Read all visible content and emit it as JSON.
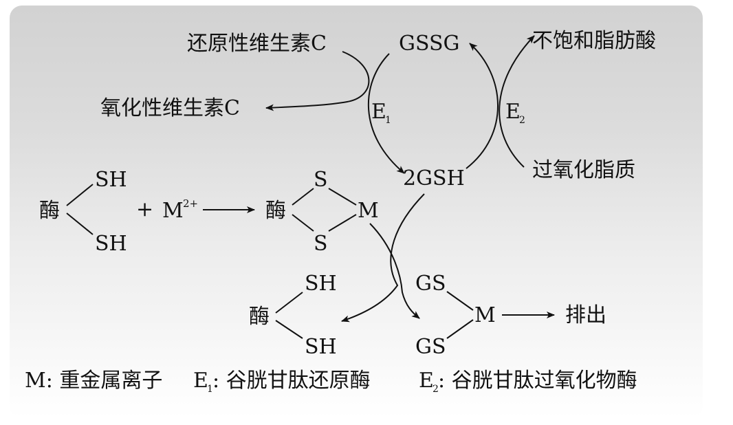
{
  "labels": {
    "reduced_vc": "还原性维生素C",
    "oxidized_vc": "氧化性维生素C",
    "gssg": "GSSG",
    "unsat_fa": "不饱和脂肪酸",
    "peroxide_lipid": "过氧化脂质",
    "gsh2": "2GSH",
    "enzyme": "酶",
    "sh": "SH",
    "s": "S",
    "m": "M",
    "plus": "+",
    "ion_base": "M",
    "ion_charge": "2+",
    "gs": "GS",
    "excrete": "排出",
    "e": "E",
    "e1_sub": "1",
    "e2_sub": "2"
  },
  "legend": {
    "m_text": "M: 重金属离子",
    "e1_head": "E",
    "e1_sub": "1",
    "e1_text": ": 谷胱甘肽还原酶",
    "e2_head": "E",
    "e2_sub": "2",
    "e2_text": ": 谷胱甘肽过氧化物酶"
  }
}
